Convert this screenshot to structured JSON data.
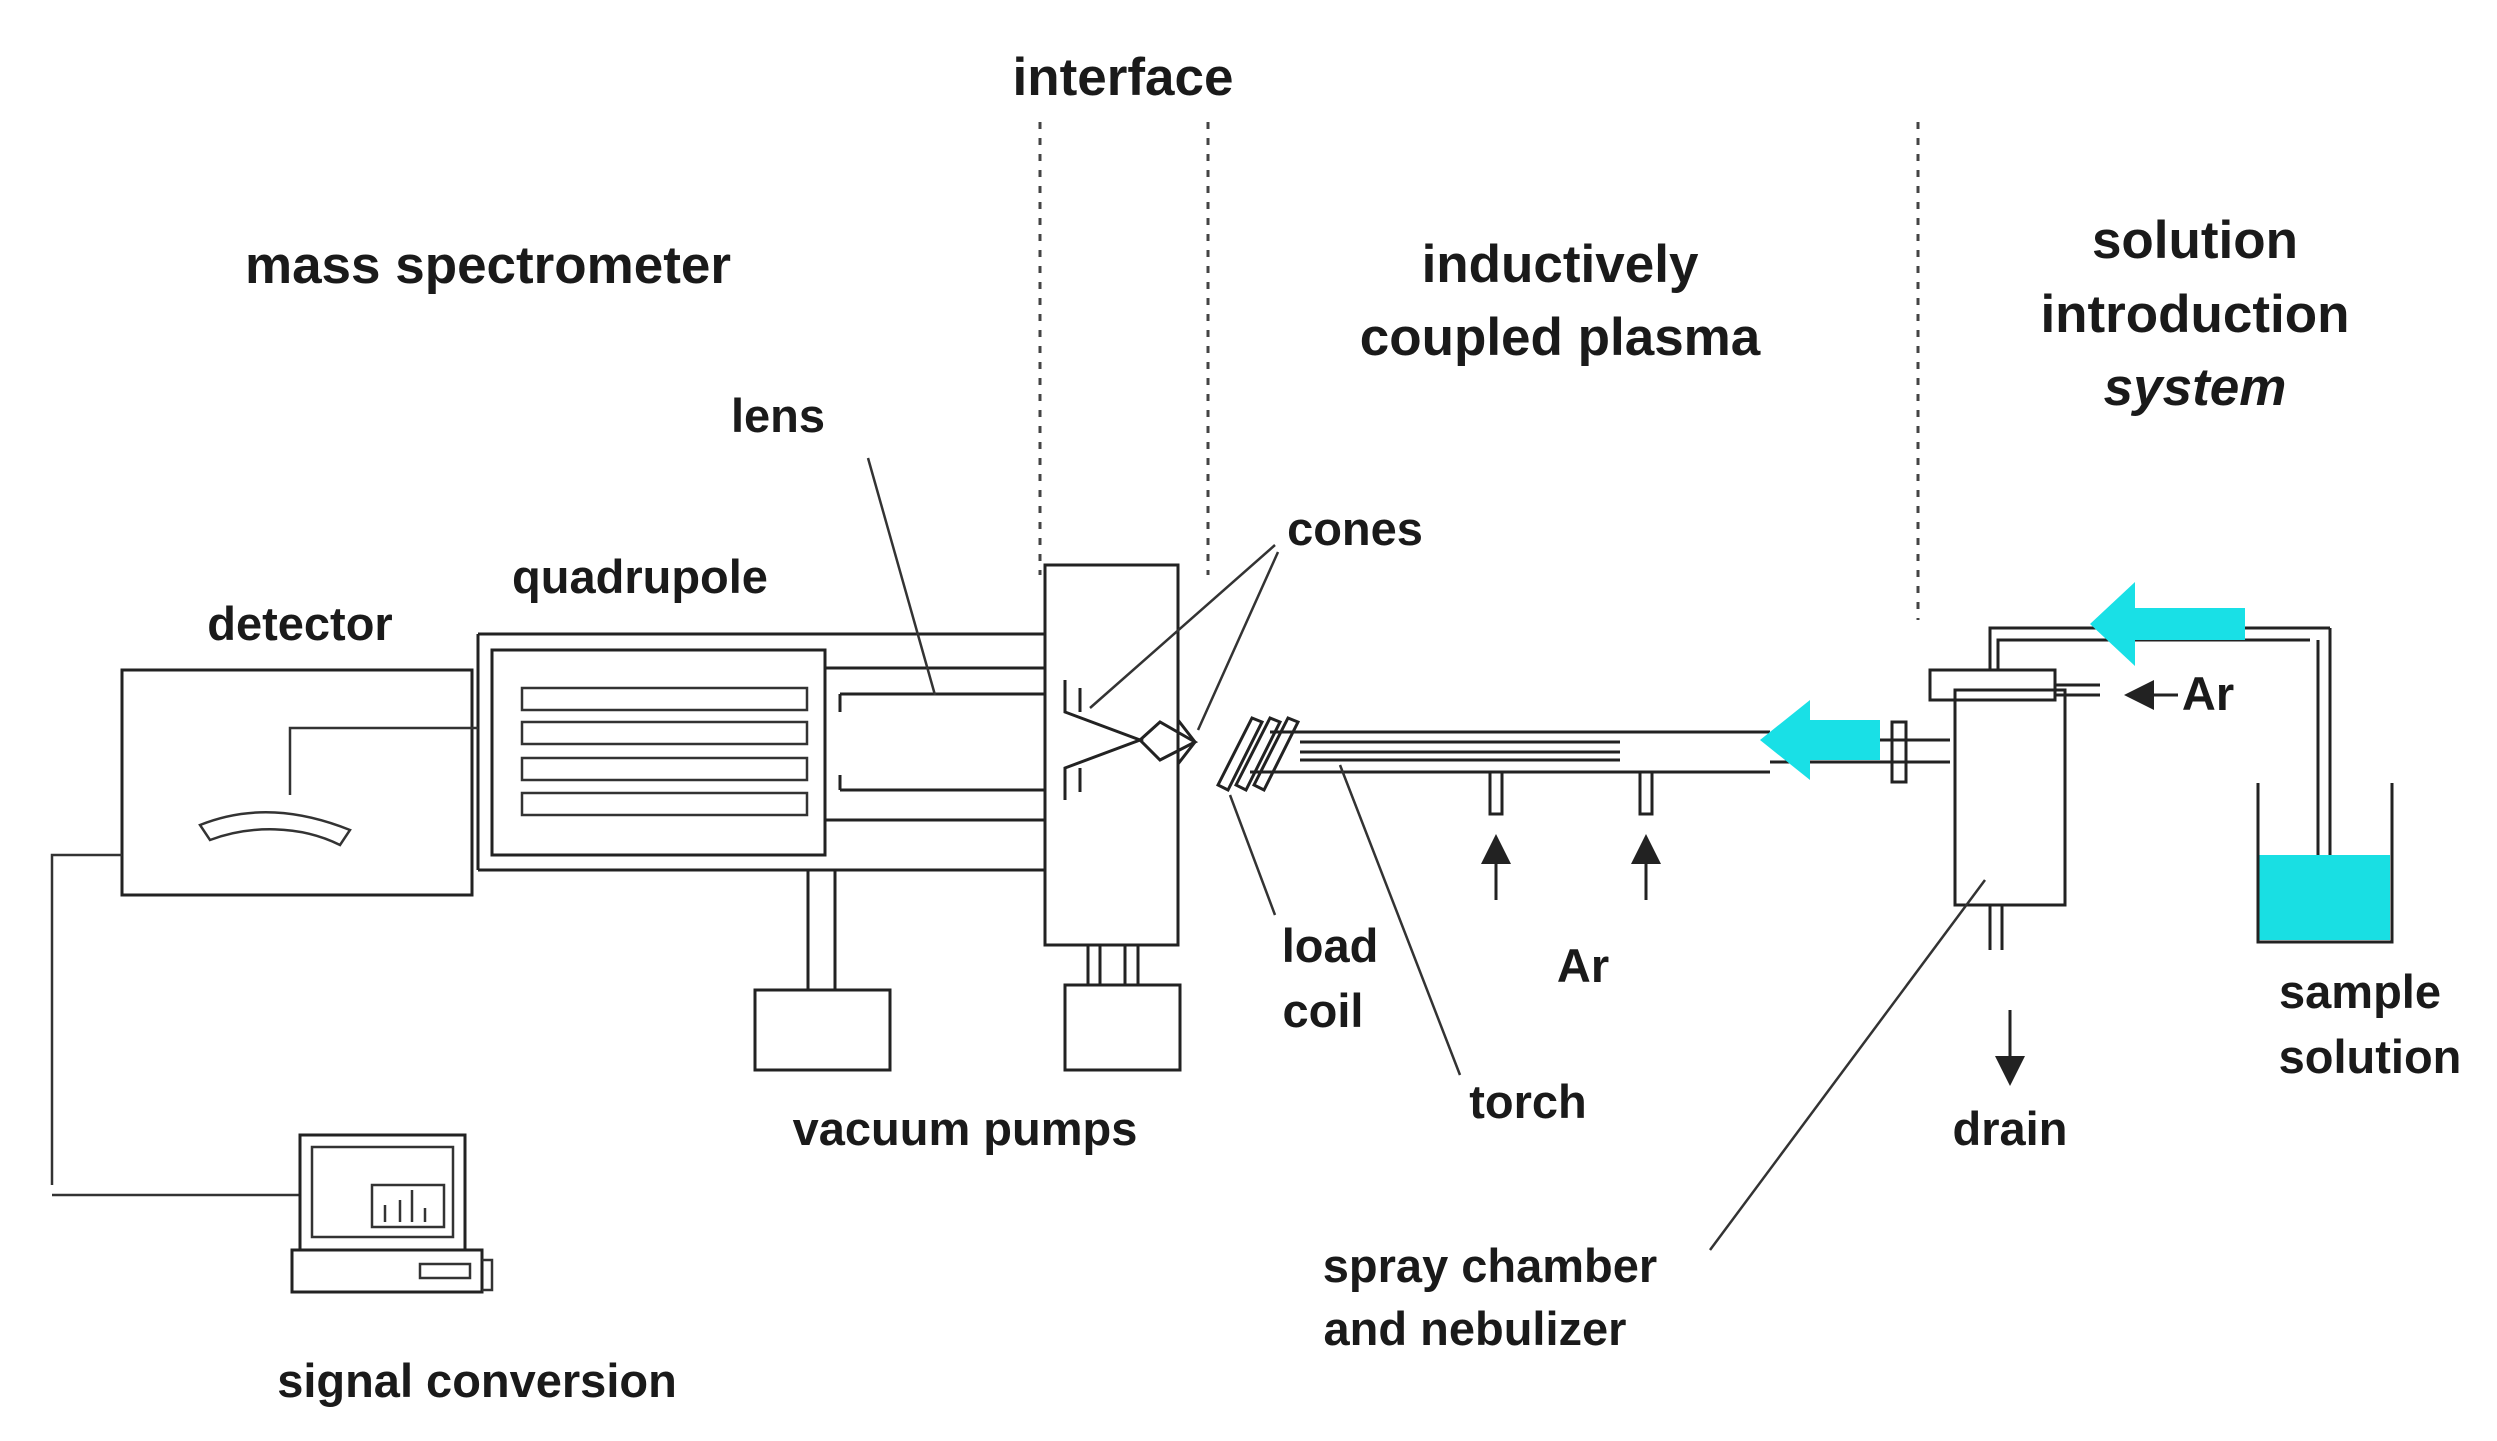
{
  "labels": {
    "interface": "interface",
    "mass_spectrometer": "mass spectrometer",
    "icp_line1": "inductively",
    "icp_line2": "coupled plasma",
    "sis_line1": "solution",
    "sis_line2": "introduction",
    "sis_line3": "system",
    "lens": "lens",
    "quadrupole": "quadrupole",
    "detector": "detector",
    "cones": "cones",
    "load_line1": "load",
    "load_line2": "coil",
    "ar_bottom": "Ar",
    "ar_side": "Ar",
    "torch": "torch",
    "vacuum_pumps": "vacuum pumps",
    "drain": "drain",
    "sample_line1": "sample",
    "sample_line2": "solution",
    "spray_line1": "spray chamber",
    "spray_line2": "and nebulizer",
    "signal_conversion": "signal conversion"
  },
  "colors": {
    "flow_arrow": "#19e0e6",
    "sample_liquid": "#19dfe3",
    "line": "#222222"
  },
  "icons": [
    "flow-arrow",
    "computer-icon",
    "spectrum-icon"
  ]
}
